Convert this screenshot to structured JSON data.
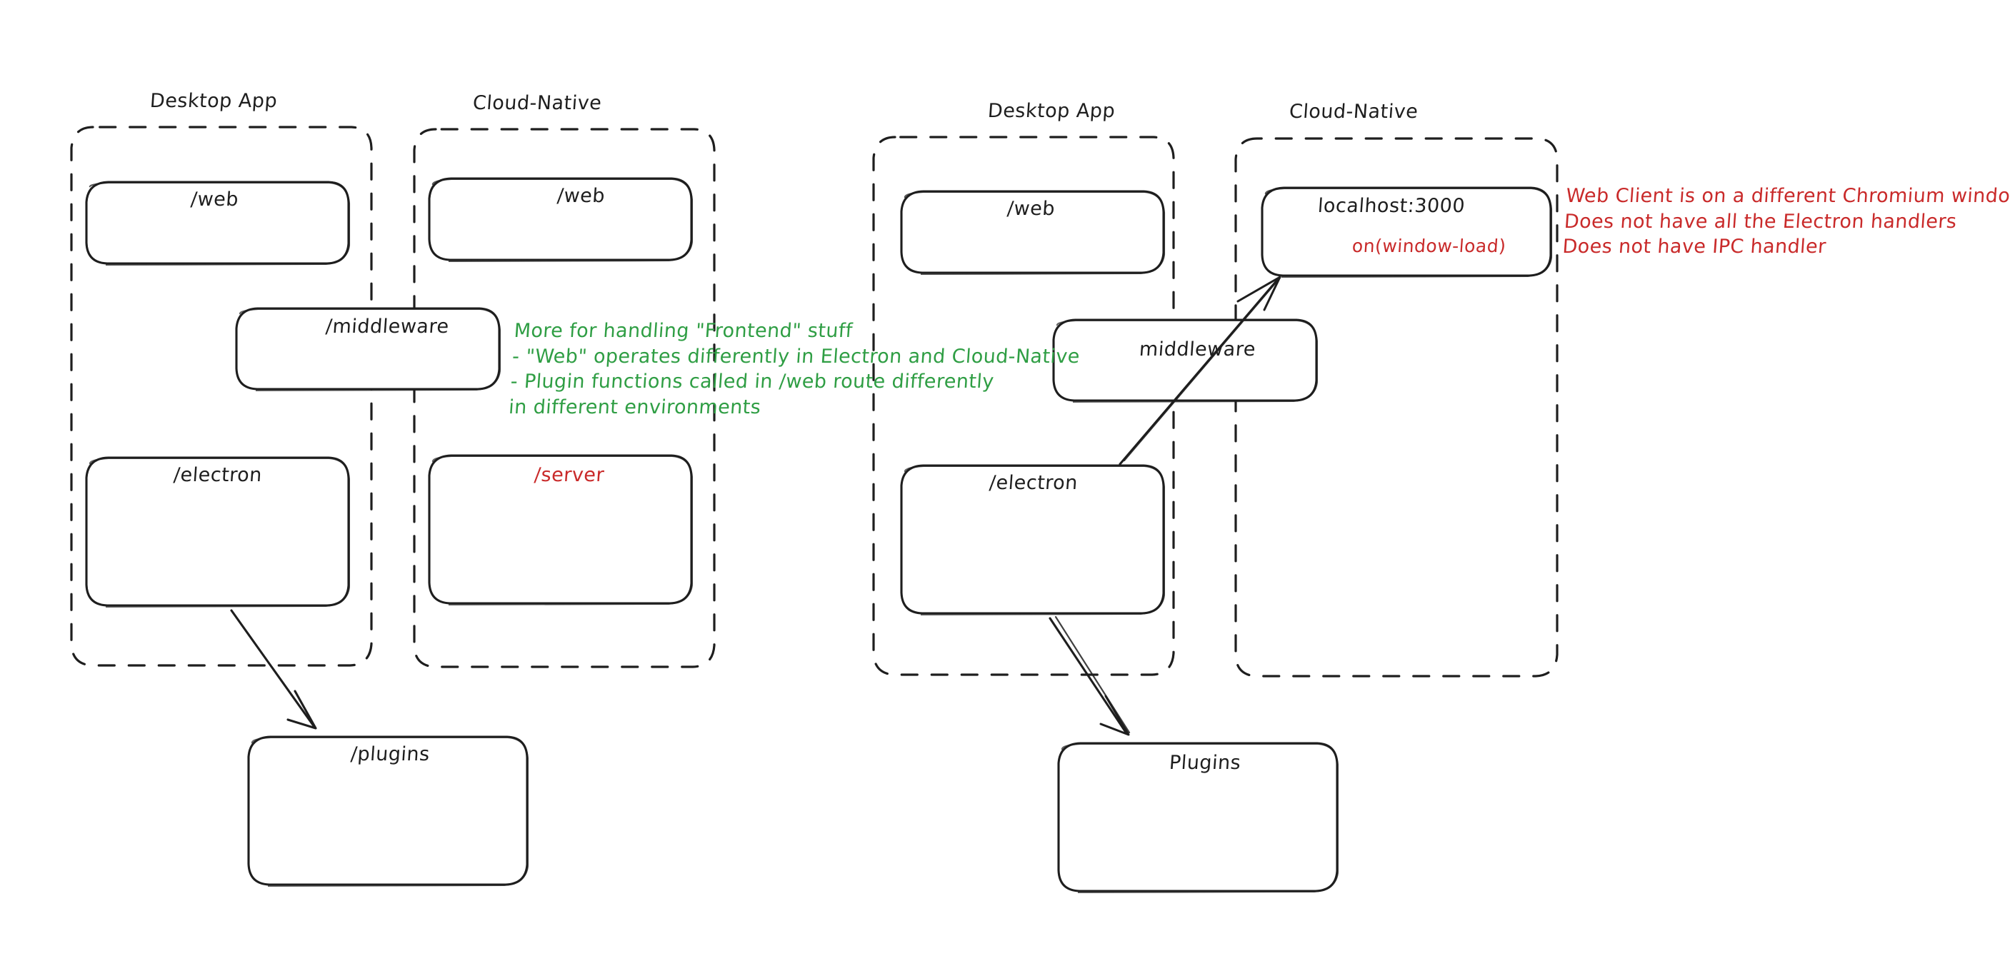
{
  "diagram": {
    "title_left_desktop": "Desktop App",
    "title_left_cloud": "Cloud-Native",
    "title_right_desktop": "Desktop App",
    "title_right_cloud": "Cloud-Native",
    "colors": {
      "stroke": "#1e1e1e",
      "red": "#c92a2a",
      "green": "#2f9e44",
      "background": "#ffffff"
    }
  },
  "left_panel": {
    "groups": [
      {
        "name": "desktop-app",
        "label": "Desktop App"
      },
      {
        "name": "cloud-native",
        "label": "Cloud-Native"
      }
    ],
    "nodes": [
      {
        "name": "web-desktop",
        "label": "/web",
        "color": "black"
      },
      {
        "name": "web-cloud",
        "label": "/web",
        "color": "black"
      },
      {
        "name": "middleware",
        "label": "/middleware",
        "color": "black"
      },
      {
        "name": "electron",
        "label": "/electron",
        "color": "black"
      },
      {
        "name": "server",
        "label": "/server",
        "color": "red"
      },
      {
        "name": "plugins",
        "label": "/plugins",
        "color": "black"
      }
    ],
    "note": {
      "color": "green",
      "lines": [
        "More for handling \"Frontend\" stuff",
        "- \"Web\" operates differently in Electron and Cloud-Native",
        "- Plugin functions called in /web route differently",
        "in different environments"
      ]
    },
    "arrows": [
      {
        "name": "electron-to-plugins",
        "from": "electron",
        "to": "plugins"
      }
    ]
  },
  "right_panel": {
    "groups": [
      {
        "name": "desktop-app",
        "label": "Desktop App"
      },
      {
        "name": "cloud-native",
        "label": "Cloud-Native"
      }
    ],
    "nodes": [
      {
        "name": "web-desktop",
        "label": "/web",
        "color": "black"
      },
      {
        "name": "localhost",
        "label": "localhost:3000",
        "color": "black",
        "sublabel": "on(window-load)",
        "sublabel_color": "red"
      },
      {
        "name": "middleware",
        "label": "middleware",
        "color": "black"
      },
      {
        "name": "electron",
        "label": "/electron",
        "color": "black"
      },
      {
        "name": "plugins",
        "label": "Plugins",
        "color": "black"
      }
    ],
    "note": {
      "color": "red",
      "lines": [
        "Web Client is on a different Chromium window",
        "Does not have all the Electron handlers",
        "Does not have IPC handler"
      ]
    },
    "arrows": [
      {
        "name": "electron-to-localhost",
        "from": "electron",
        "to": "localhost"
      },
      {
        "name": "electron-to-plugins",
        "from": "electron",
        "to": "plugins"
      }
    ]
  }
}
